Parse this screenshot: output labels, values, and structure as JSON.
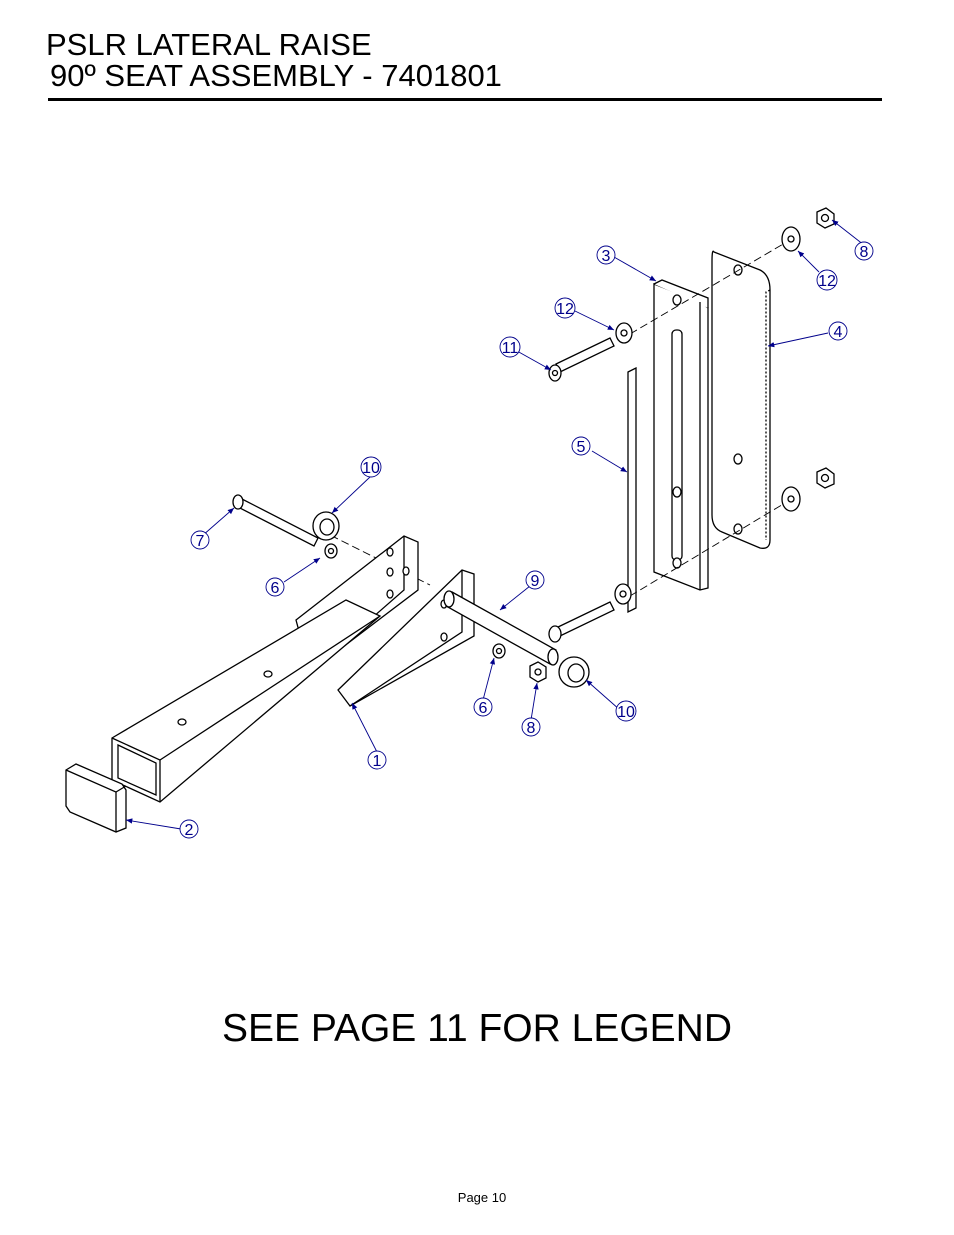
{
  "header": {
    "title_line1": "PSLR LATERAL RAISE",
    "title_line2": "90º SEAT ASSEMBLY - 7401801"
  },
  "callouts": [
    {
      "id": "callout-1",
      "label": "1"
    },
    {
      "id": "callout-2",
      "label": "2"
    },
    {
      "id": "callout-3",
      "label": "3"
    },
    {
      "id": "callout-4",
      "label": "4"
    },
    {
      "id": "callout-5",
      "label": "5"
    },
    {
      "id": "callout-6a",
      "label": "6"
    },
    {
      "id": "callout-6b",
      "label": "6"
    },
    {
      "id": "callout-7",
      "label": "7"
    },
    {
      "id": "callout-8a",
      "label": "8"
    },
    {
      "id": "callout-8b",
      "label": "8"
    },
    {
      "id": "callout-9",
      "label": "9"
    },
    {
      "id": "callout-10a",
      "label": "10"
    },
    {
      "id": "callout-10b",
      "label": "10"
    },
    {
      "id": "callout-11",
      "label": "11"
    },
    {
      "id": "callout-12a",
      "label": "12"
    },
    {
      "id": "callout-12b",
      "label": "12"
    }
  ],
  "legend_note": "SEE PAGE 11 FOR LEGEND",
  "footer": {
    "page_label": "Page 10"
  },
  "colors": {
    "callout": "#00008b",
    "line": "#000000"
  }
}
